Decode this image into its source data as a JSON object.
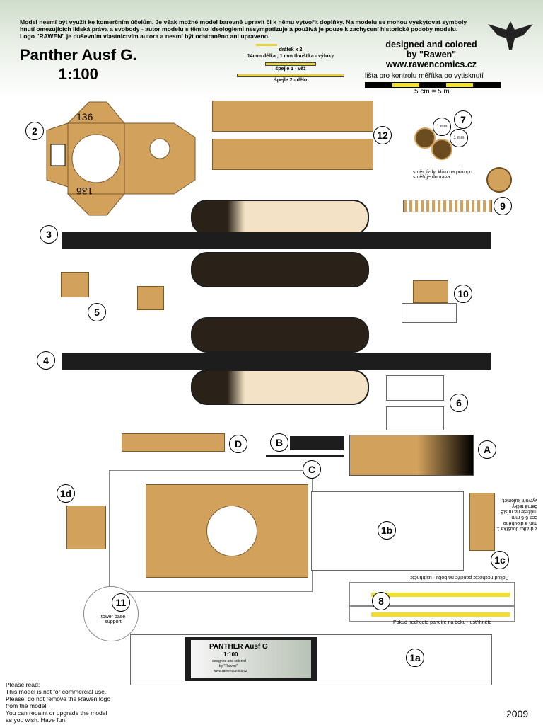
{
  "header": {
    "disclaimer": "Model nesmí být využit ke komerčním účelům. Je však možné model barevně upravit či k němu vytvořit doplňky. Na modelu se mohou vyskytovat symboly hnutí omezujících lidská práva a svobody - autor modelu s těmito ideologiemi nesympatizuje a používá je pouze k zachycení historické podoby modelu. Logo \"RAWEN\" je duševním vlastnictvím autora a nesmí být odstraněno ani upraveno.",
    "title_line1": "Panther Ausf G.",
    "title_line2": "1:100",
    "credit_line1": "designed and colored",
    "credit_line2": "by \"Rawen\"",
    "credit_line3": "www.rawencomics.cz",
    "wire_label": "drátek x 2",
    "wire_detail": "14mm délka , 1 mm tloušťka - výfuky",
    "stick1": "špejle 1 - věž",
    "stick2": "špejle 2 - dělo",
    "scale_label": "lišta pro kontrolu měřítka po vytisknutí",
    "scale_caption": "5 cm = 5 m"
  },
  "part_numbers": [
    "2",
    "12",
    "7",
    "9",
    "3",
    "5",
    "10",
    "4",
    "6",
    "D",
    "B",
    "A",
    "C",
    "1d",
    "1b",
    "1c",
    "8",
    "11",
    "1a"
  ],
  "turret_numbers": [
    "136",
    "136"
  ],
  "small_labels": {
    "rim_1mm_a": "1 mm",
    "rim_1mm_b": "1 mm",
    "direction_note": "směr jízdy, kliku na pokopu směřuje doprava",
    "strip_note_top": "Pokud nechcete pancíře na boku - ustřihněte",
    "strip_note_bottom": "Pokud nechcete pancíře na boku - ustřihněte",
    "wire_side_note": "z drátku tloušťka 1 mm a dlouhého cca 6-6 mm můžete na místě černé tečky vytvořit kulomet.",
    "tower_base": "tower base support"
  },
  "box_art": {
    "title": "PANTHER Ausf G",
    "scale": "1:100",
    "credit1": "designed and colored",
    "credit2": "by \"Rawen\"",
    "site": "www.rawencomics.cz"
  },
  "footer": {
    "note": "Please read:\nThis model is not for commercial use.\nPlease, do not remove the Rawen logo\nfrom the model.\nYou can repaint or upgrade the model\nas you wish. Have fun!",
    "year": "2009"
  }
}
